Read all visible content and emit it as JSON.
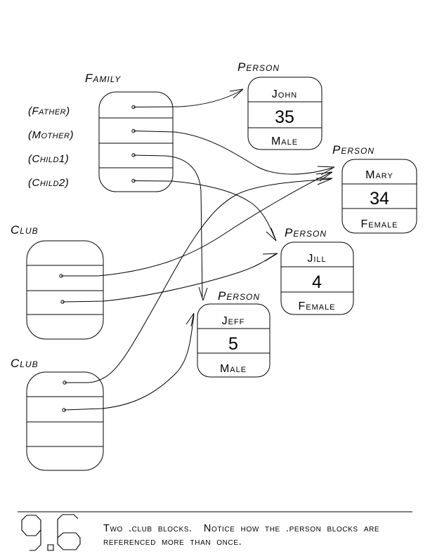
{
  "labels": {
    "family": "Family",
    "club1": "Club",
    "club2": "Club",
    "person_john": "Person",
    "person_mary": "Person",
    "person_jill": "Person",
    "person_jeff": "Person",
    "father": "(Father)",
    "mother": "(Mother)",
    "child1": "(Child1)",
    "child2": "(Child2)"
  },
  "persons": {
    "john": {
      "name": "John",
      "age": "35",
      "sex": "Male"
    },
    "mary": {
      "name": "Mary",
      "age": "34",
      "sex": "Female"
    },
    "jill": {
      "name": "Jill",
      "age": "4",
      "sex": "Female"
    },
    "jeff": {
      "name": "Jeff",
      "age": "5",
      "sex": "Male"
    }
  },
  "figure": {
    "number": "9.6",
    "caption_line1": "Two .club blocks.  Notice how the .person blocks are",
    "caption_line2": "referenced more than once."
  }
}
